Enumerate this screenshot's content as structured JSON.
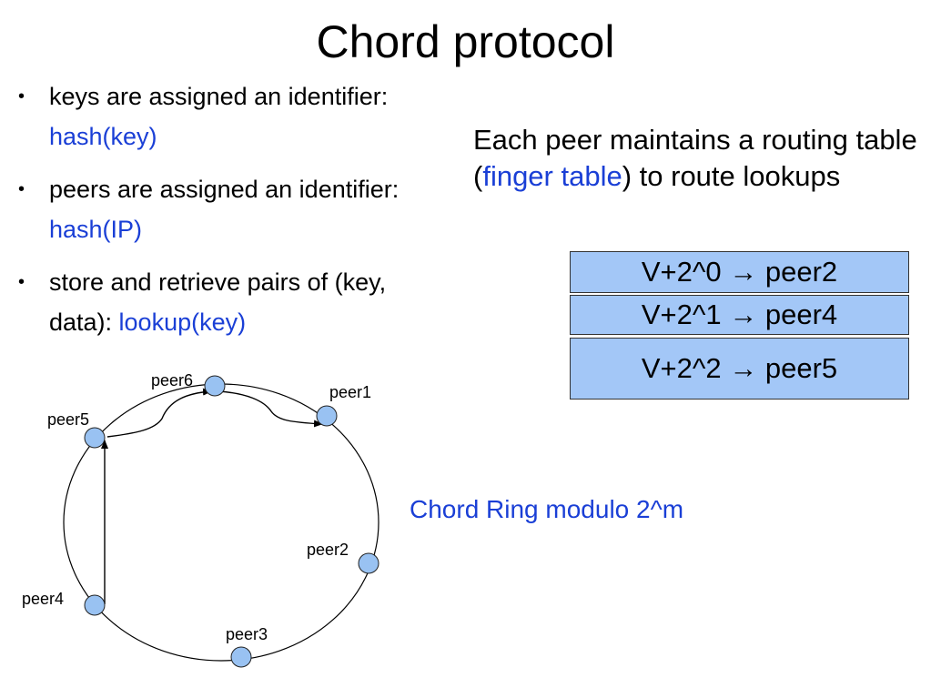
{
  "title": "Chord protocol",
  "bullets": [
    {
      "text": "keys are assigned an identifier: ",
      "highlight": "hash(key)"
    },
    {
      "text": "peers are assigned an identifier: ",
      "highlight": "hash(IP)"
    },
    {
      "text": "store and retrieve pairs of (key, data): ",
      "highlight": "lookup(key)"
    }
  ],
  "bullet_glyph": "•",
  "routing_text": {
    "before": "Each peer maintains a routing table (",
    "highlight": "finger table",
    "after": ") to route lookups"
  },
  "finger_table": [
    "V+2^0 → peer2",
    "V+2^1 → peer4",
    "V+2^2 → peer5"
  ],
  "ring_label": "Chord Ring modulo 2^m",
  "peers": [
    "peer1",
    "peer2",
    "peer3",
    "peer4",
    "peer5",
    "peer6"
  ],
  "colors": {
    "highlight": "#1a3fd6",
    "table_fill": "#a3c7f7",
    "peer_fill": "#99c2f2"
  }
}
